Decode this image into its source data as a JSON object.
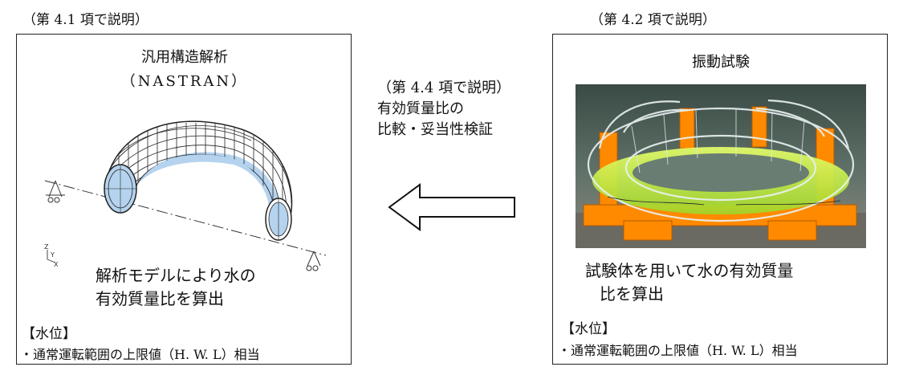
{
  "left": {
    "caption": "（第 4.1 項で説明）",
    "title_line1": "汎用構造解析",
    "title_line2": "（NASTRAN）",
    "axis_label": "ZYX",
    "desc_line1": "解析モデルにより水の",
    "desc_line2": "有効質量比を算出",
    "level_head": "【水位】",
    "level_text": "・通常運転範囲の上限値（H. W. L）相当"
  },
  "middle": {
    "line1": "（第 4.4 項で説明）",
    "line2": "有効質量比の",
    "line3": "比較・妥当性検証"
  },
  "right": {
    "caption": "（第 4.2 項で説明）",
    "title": "振動試験",
    "desc_line1": "試験体を用いて水の有効質量",
    "desc_line2": "比を算出",
    "level_head": "【水位】",
    "level_text": "・通常運転範囲の上限値（H. W. L）相当"
  },
  "colors": {
    "torus_fill": "#b5d3ee",
    "mesh": "#222222",
    "water": "#c8f040",
    "frame": "#ff8a00"
  },
  "icons": {
    "left_graphic": "torus-mesh-model",
    "right_graphic": "vibration-test-photo",
    "arrow": "left-arrow-icon"
  }
}
